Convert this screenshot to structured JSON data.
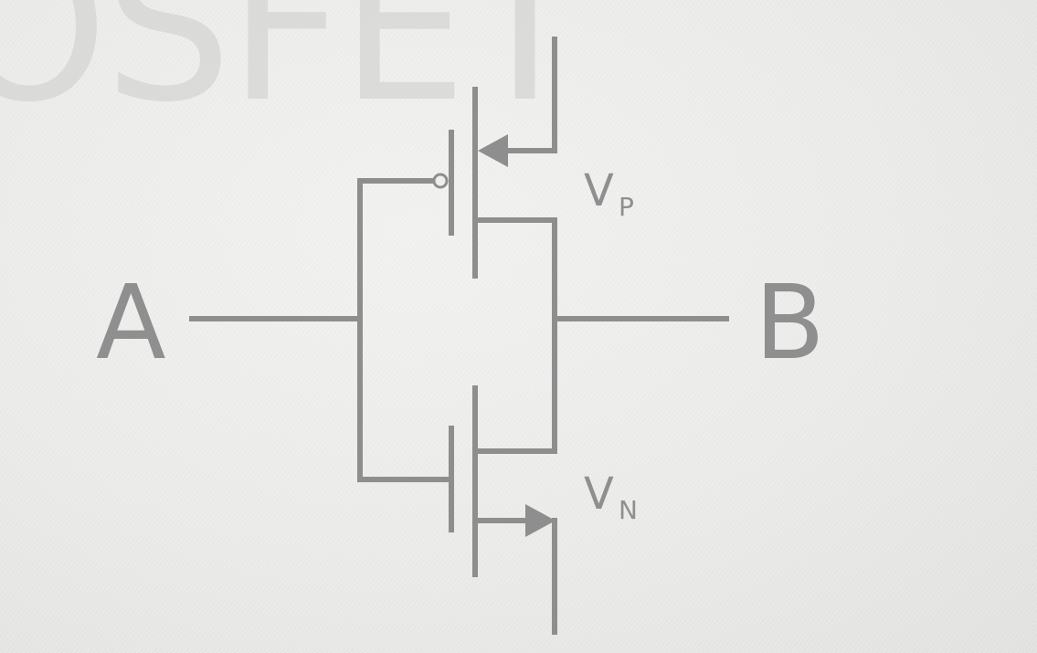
{
  "watermark_text": "OSFET",
  "terminals": {
    "input_label": "A",
    "output_label": "B"
  },
  "transistors": {
    "pmos": {
      "label_main": "V",
      "label_sub": "P"
    },
    "nmos": {
      "label_main": "V",
      "label_sub": "N"
    }
  },
  "colors": {
    "wire": "#8e8e8e",
    "background": "#ececeb",
    "watermark": "#d5d5d4"
  }
}
